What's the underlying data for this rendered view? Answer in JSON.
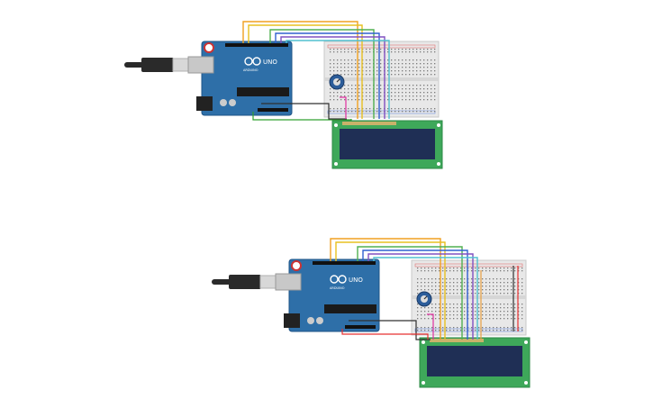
{
  "circuits": [
    {
      "id": "circuit-top",
      "board": {
        "logo_text": "UNO",
        "brand_text": "ARDUINO"
      },
      "wires": [
        "#f0a020",
        "#e8c020",
        "#50b050",
        "#3060d0",
        "#8050c0",
        "#50c0d0"
      ],
      "extra_wire_colors": {
        "power": "#e83030",
        "ground": "#303030",
        "pot": "#e030a0",
        "gnd_loop": "#30a030"
      }
    },
    {
      "id": "circuit-bottom",
      "board": {
        "logo_text": "UNO",
        "brand_text": "ARDUINO"
      },
      "wires": [
        "#f0a020",
        "#e8c020",
        "#50b050",
        "#3060d0",
        "#8050c0",
        "#50c0d0"
      ],
      "extra_wire_colors": {
        "power": "#e83030",
        "ground": "#303030",
        "pot": "#e030a0",
        "gnd_loop": "#30a030"
      }
    }
  ],
  "colors": {
    "arduino_blue": "#2e6fa8",
    "arduino_dark": "#1f5487",
    "breadboard": "#e8e8e8",
    "lcd_pcb": "#3ea85a",
    "lcd_screen": "#1f2f55",
    "usb_cable": "#2a2a2a",
    "pot_blue": "#2c5d9a"
  }
}
